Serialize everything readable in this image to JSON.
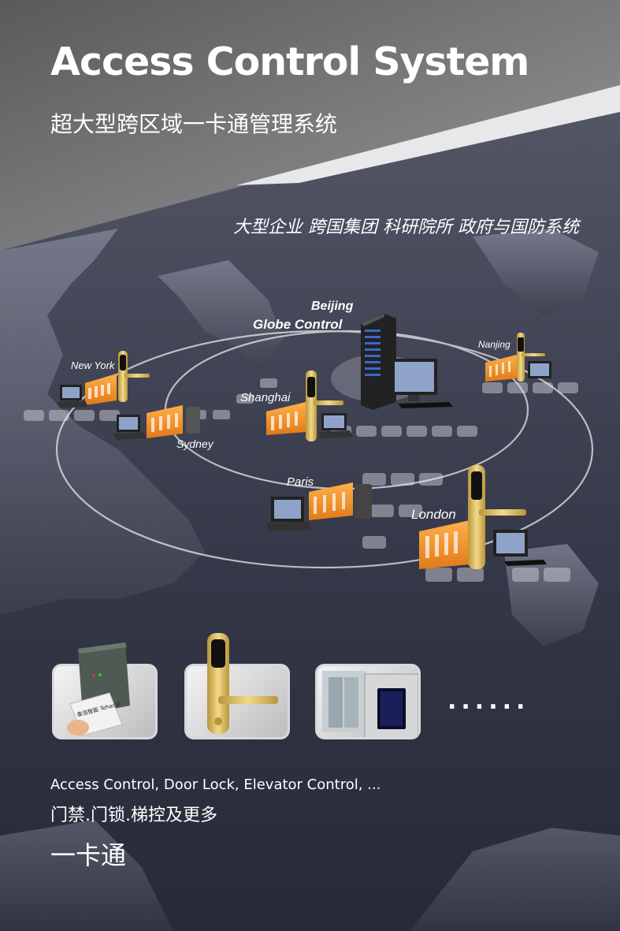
{
  "poster": {
    "title": "Access Control System",
    "subtitle": "超大型跨区域一卡通管理系统",
    "industries": "大型企业 跨国集团 科研院所 政府与国防系统",
    "hq": {
      "city": "Beijing",
      "label": "Globe Control"
    },
    "cities": {
      "new_york": "New York",
      "shanghai": "Shanghai",
      "nanjing": "Nanjing",
      "sydney": "Sydney",
      "paris": "Paris",
      "london": "London"
    },
    "products": {
      "english": "Access Control, Door Lock, Elevator Control, ...",
      "chinese": "门禁.门锁.梯控及更多",
      "ellipsis": "......"
    },
    "card_brand": "泰浩智能 Tehacol",
    "tagline": "一卡通"
  },
  "colors": {
    "building_orange": "#f0962a",
    "lock_gold": "#d9b54a",
    "background_dark": "#2f3242",
    "banner_gray": "#8a8a8c"
  }
}
